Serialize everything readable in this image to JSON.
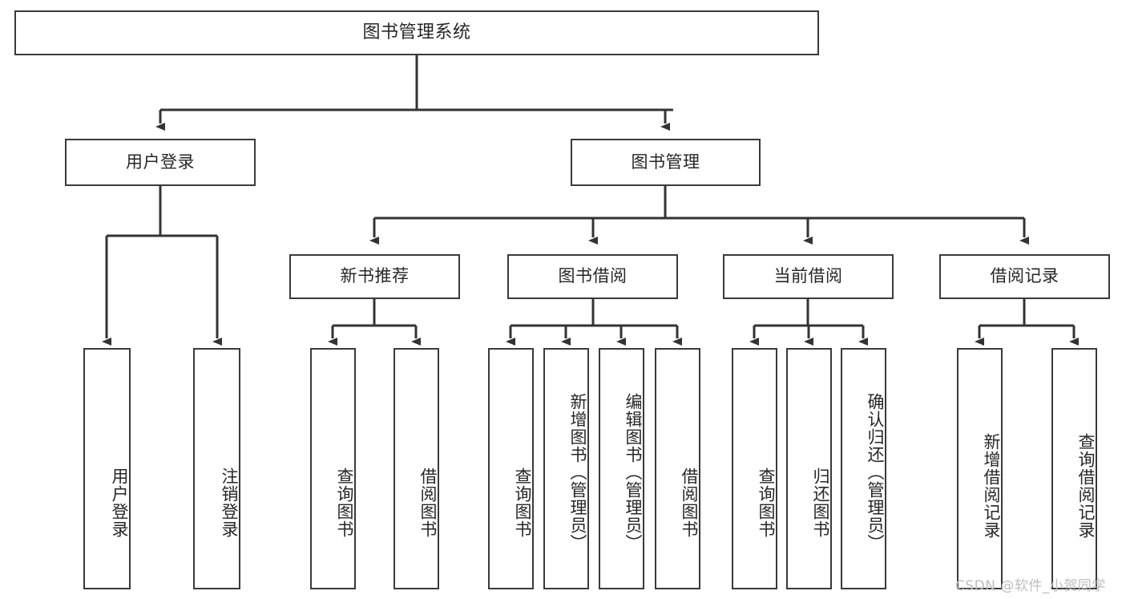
{
  "diagram": {
    "title": "图书管理系统",
    "type": "hierarchy-tree",
    "root": {
      "id": "root",
      "label": "图书管理系统",
      "orientation": "horizontal"
    },
    "level1": [
      {
        "id": "user-login",
        "label": "用户登录",
        "orientation": "horizontal"
      },
      {
        "id": "book-manage",
        "label": "图书管理",
        "orientation": "horizontal"
      }
    ],
    "level2": [
      {
        "id": "new-book-recommend",
        "label": "新书推荐",
        "orientation": "horizontal",
        "parent": "book-manage"
      },
      {
        "id": "book-borrow",
        "label": "图书借阅",
        "orientation": "horizontal",
        "parent": "book-manage"
      },
      {
        "id": "current-borrow",
        "label": "当前借阅",
        "orientation": "horizontal",
        "parent": "book-manage"
      },
      {
        "id": "borrow-record",
        "label": "借阅记录",
        "orientation": "horizontal",
        "parent": "book-manage"
      }
    ],
    "leaves": [
      {
        "id": "leaf-user-login",
        "label": "用户登录",
        "orientation": "vertical",
        "parent": "user-login"
      },
      {
        "id": "leaf-user-logout",
        "label": "注销登录",
        "orientation": "vertical",
        "parent": "user-login"
      },
      {
        "id": "leaf-query-book-1",
        "label": "查询图书",
        "orientation": "vertical",
        "parent": "new-book-recommend"
      },
      {
        "id": "leaf-borrow-book-1",
        "label": "借阅图书",
        "orientation": "vertical",
        "parent": "new-book-recommend"
      },
      {
        "id": "leaf-query-book-2",
        "label": "查询图书",
        "orientation": "vertical",
        "parent": "book-borrow"
      },
      {
        "id": "leaf-add-book",
        "label": "新增图书（管理员）",
        "orientation": "vertical",
        "parent": "book-borrow"
      },
      {
        "id": "leaf-edit-book",
        "label": "编辑图书（管理员）",
        "orientation": "vertical",
        "parent": "book-borrow"
      },
      {
        "id": "leaf-borrow-book-2",
        "label": "借阅图书",
        "orientation": "vertical",
        "parent": "book-borrow"
      },
      {
        "id": "leaf-query-book-3",
        "label": "查询图书",
        "orientation": "vertical",
        "parent": "current-borrow"
      },
      {
        "id": "leaf-return-book",
        "label": "归还图书",
        "orientation": "vertical",
        "parent": "current-borrow"
      },
      {
        "id": "leaf-confirm-return",
        "label": "确认归还（管理员）",
        "orientation": "vertical",
        "parent": "current-borrow"
      },
      {
        "id": "leaf-add-record",
        "label": "新增借阅记录",
        "orientation": "vertical",
        "parent": "borrow-record"
      },
      {
        "id": "leaf-query-record",
        "label": "查询借阅记录",
        "orientation": "vertical",
        "parent": "borrow-record"
      }
    ]
  },
  "watermark": {
    "text": "CSDN @软件_小贺同学"
  },
  "colors": {
    "background": "#ffffff",
    "node_border": "#3a3a3a",
    "node_fill": "#ffffff",
    "text": "#262626",
    "edge": "#333333",
    "watermark": "#bdbdbd"
  }
}
